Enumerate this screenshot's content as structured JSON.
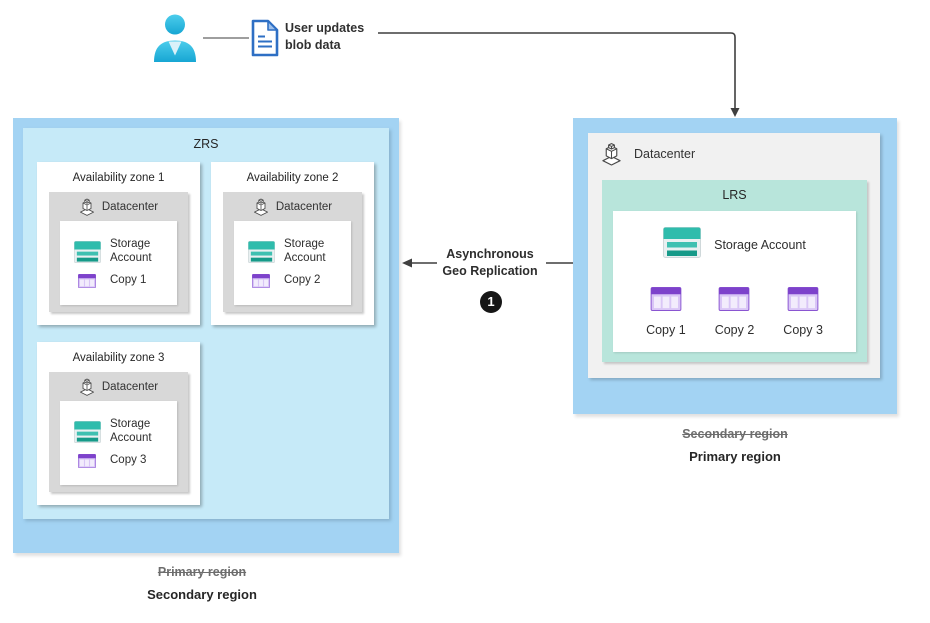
{
  "flow": {
    "user_action": "User updates blob data",
    "geo_line1": "Asynchronous",
    "geo_line2": "Geo Replication",
    "step_badge": "1"
  },
  "left_region": {
    "title": "ZRS",
    "zones": [
      {
        "title": "Availability zone 1",
        "datacenter_label": "Datacenter",
        "storage_label": "Storage Account",
        "copy_label": "Copy 1"
      },
      {
        "title": "Availability zone 2",
        "datacenter_label": "Datacenter",
        "storage_label": "Storage Account",
        "copy_label": "Copy 2"
      },
      {
        "title": "Availability zone 3",
        "datacenter_label": "Datacenter",
        "storage_label": "Storage Account",
        "copy_label": "Copy 3"
      }
    ],
    "strikethrough_label": "Primary region",
    "label": "Secondary region"
  },
  "right_region": {
    "datacenter_label": "Datacenter",
    "title": "LRS",
    "storage_label": "Storage Account",
    "copies": [
      "Copy 1",
      "Copy 2",
      "Copy 3"
    ],
    "strikethrough_label": "Secondary region",
    "label": "Primary region"
  },
  "icons": {
    "user": "user-icon",
    "document": "blob-document-icon",
    "datacenter": "datacenter-building-icon",
    "storage_account": "storage-account-icon",
    "copy": "copy-table-icon"
  },
  "colors": {
    "region_blue": "#a3d3f3",
    "zrs_fill": "#c6eaf8",
    "lrs_fill": "#b8e5db",
    "panel_gray": "#f1f1f1",
    "datacenter_gray": "#d8d8d8",
    "storage_teal": "#2fbcac",
    "copy_purple": "#7d42cb",
    "arrow_dark": "#3f3f3f"
  }
}
